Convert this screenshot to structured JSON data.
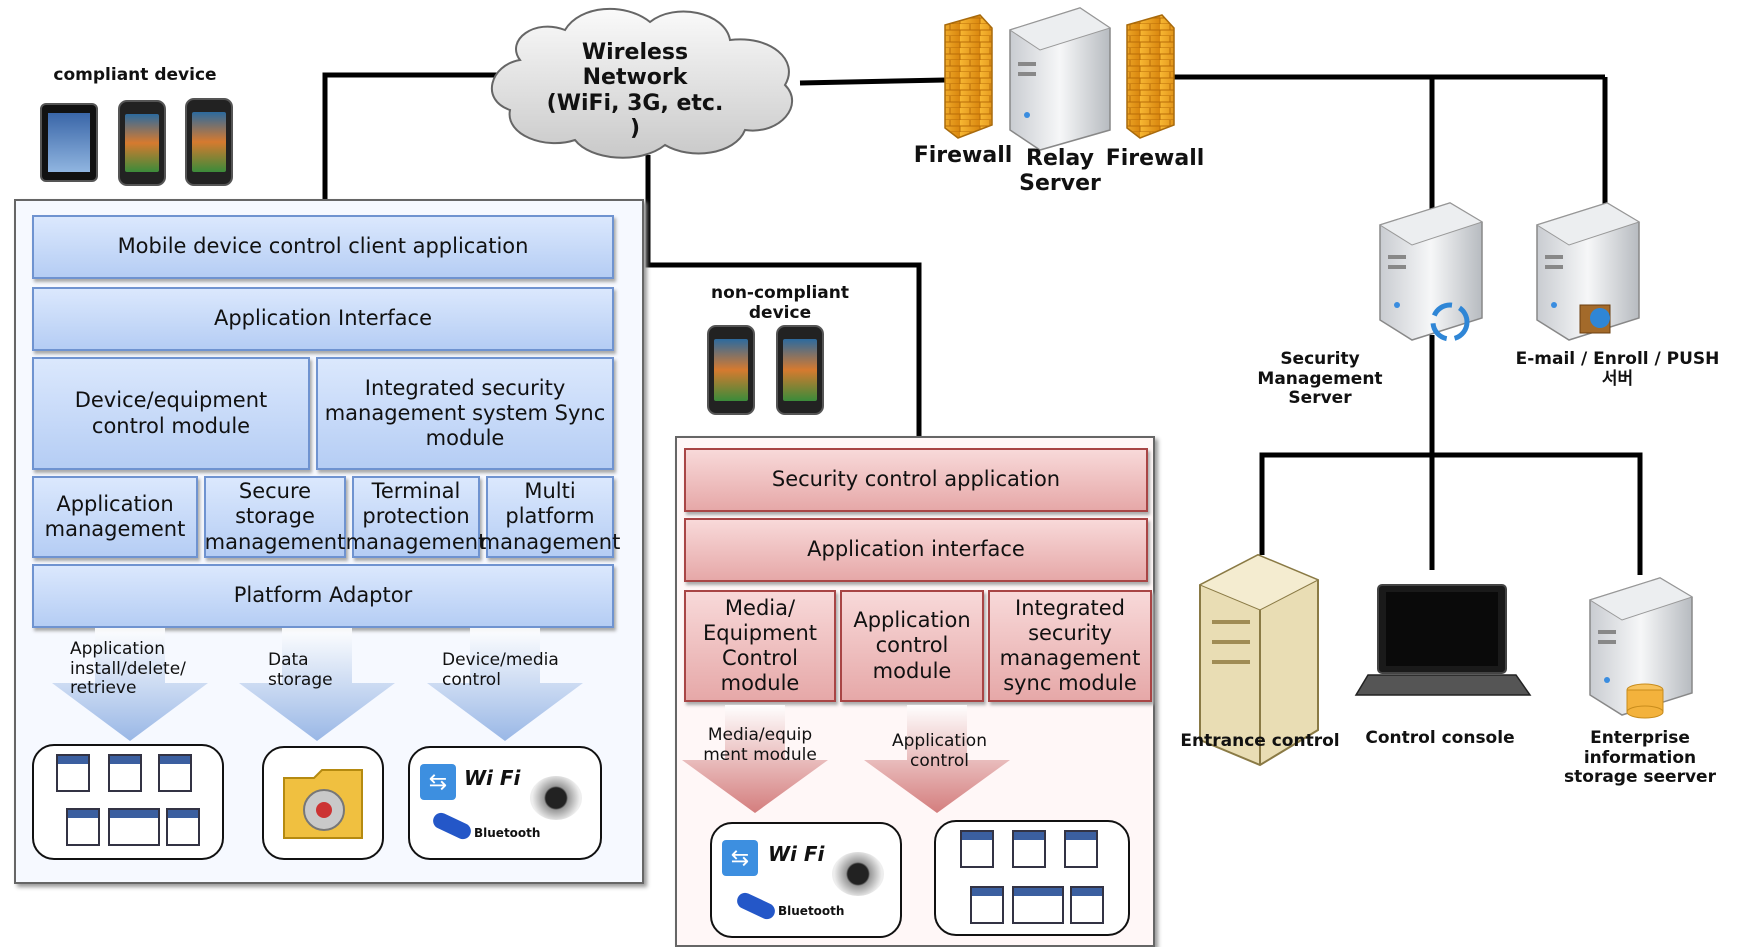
{
  "network": {
    "cloud_label": "Wireless\nNetwork\n(WiFi, 3G, etc. )",
    "firewall_left": "Firewall",
    "relay_server": "Relay\nServer",
    "firewall_right": "Firewall",
    "security_server": "Security Management\nServer",
    "email_server": "E-mail / Enroll / PUSH\n서버",
    "entrance": "Entrance control",
    "console": "Control console",
    "storage_server": "Enterprise information\nstorage seerver"
  },
  "compliant": {
    "title": "compliant device",
    "layers": {
      "client_app": "Mobile device control client application",
      "app_interface": "Application Interface",
      "device_control": "Device/equipment\ncontrol module",
      "sync_module": "Integrated security\nmanagement system Sync\nmodule",
      "app_mgmt": "Application\nmanagement",
      "secure_storage": "Secure\nstorage\nmanagement",
      "terminal_protection": "Terminal\nprotection\nmanagement",
      "multi_platform": "Multi\nplatform\nmanagement",
      "platform_adaptor": "Platform Adaptor"
    },
    "arrows": {
      "app_install": "Application\ninstall/delete/\nretrieve",
      "data_storage": "Data\nstorage",
      "device_media": "Device/media\ncontrol"
    }
  },
  "noncompliant": {
    "title": "non-compliant device",
    "layers": {
      "security_app": "Security control application",
      "app_interface": "Application interface",
      "media_control": "Media/\nEquipment\nControl\nmodule",
      "app_control": "Application\ncontrol\nmodule",
      "sync_module": "Integrated\nsecurity\nmanagement\nsync module"
    },
    "arrows": {
      "media_module": "Media/equip\nment module",
      "app_control": "Application\ncontrol"
    }
  },
  "icons": {
    "wifi": "Wi Fi",
    "bluetooth": "Bluetooth"
  },
  "colors": {
    "blue_module": "#b5cdf4",
    "red_module": "#e6a8a8",
    "firewall": "#f0a521",
    "wire": "#000000"
  }
}
